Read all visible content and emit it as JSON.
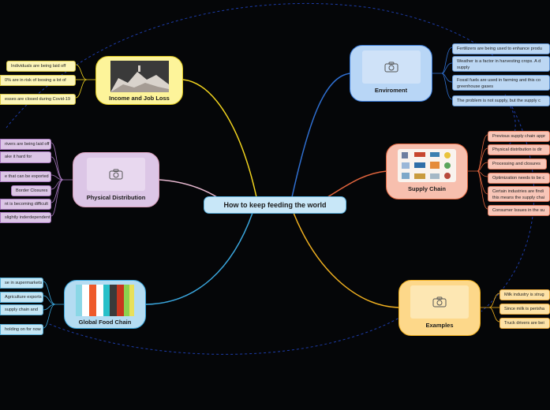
{
  "central": "How to keep feeding the world",
  "branches": {
    "enviroment": {
      "title": "Enviroment",
      "leaves": [
        "Fertilizers are being used to enhance produ",
        "Weather is a factor in harvesting crops. A d supply",
        "Fossil fuels are used in farming and this co greenhouse gases",
        "The problem is not supply, but the supply c"
      ]
    },
    "supply_chain": {
      "title": "Supply Chain",
      "leaves": [
        "Previous supply chain appr",
        "Physical distribution is dir",
        "Processing and closures",
        "Optimization needs to be c",
        "Certain industries are findi this means the supply chai",
        "Consumer Issues in the su"
      ]
    },
    "examples": {
      "title": "Examples",
      "leaves": [
        "Milk industry is strug",
        "Since milk is perisha",
        "Truck drivers are bei"
      ]
    },
    "income": {
      "title": "Income and Job Loss",
      "leaves": [
        "Individuals are being laid off",
        "0% are in risk of loosing a lot of",
        "esses are closed during Covid-19"
      ]
    },
    "physical": {
      "title": "Physical Distribution",
      "leaves": [
        "rivers are being laid off",
        "ake it hard for",
        "e that can be exported",
        "Border Closures",
        "nt is becoming difficult",
        "slightly inderdependent"
      ]
    },
    "global": {
      "title": "Global Food Chain",
      "leaves": [
        "se in supermarkets",
        "Agriculture exports",
        "supply chain and",
        "holding on for now"
      ]
    }
  },
  "colors": {
    "background": "#050608",
    "enviroment_line": "#2f6fd0",
    "supply_line": "#e0643d",
    "examples_line": "#f0b020",
    "income_line": "#f2d41e",
    "physical_line": "#e7b8d0",
    "global_line": "#3aa6dd",
    "dashed_relation": "#1d3ca8"
  },
  "icons": [
    "camera-icon",
    "protest-photo",
    "supply-chain-illustration",
    "color-stripes-image"
  ]
}
